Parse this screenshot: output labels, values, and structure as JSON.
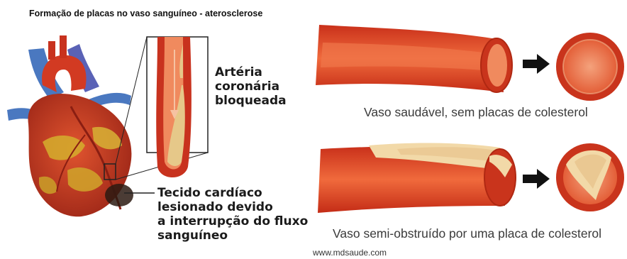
{
  "title": "Formação de placas no vaso sanguíneo - aterosclerose",
  "labels": {
    "blocked_artery": [
      "Artéria",
      "coronária",
      "bloqueada"
    ],
    "damaged_tissue": [
      "Tecido cardíaco",
      "lesionado devido",
      "a interrupção do fluxo",
      "sanguíneo"
    ]
  },
  "captions": {
    "healthy": "Vaso saudável, sem placas de colesterol",
    "obstructed": "Vaso semi-obstruído por uma placa de colesterol"
  },
  "source": "www.mdsaude.com",
  "colors": {
    "vessel_wall": "#e2461c",
    "vessel_lumen": "#f08a5e",
    "plaque": "#f2d9a8",
    "arrow": "#111111",
    "vein_blue": "#4a78c0"
  }
}
